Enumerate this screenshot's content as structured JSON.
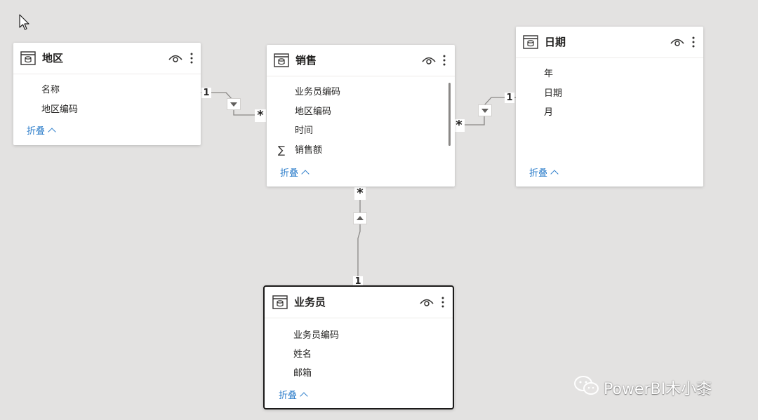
{
  "tables": {
    "region": {
      "title": "地区",
      "fields": [
        "名称",
        "地区编码"
      ],
      "collapse_label": "折叠"
    },
    "sales": {
      "title": "销售",
      "fields": [
        "业务员编码",
        "地区编码",
        "时间",
        "销售额"
      ],
      "collapse_label": "折叠"
    },
    "date": {
      "title": "日期",
      "fields": [
        "年",
        "日期",
        "月"
      ],
      "collapse_label": "折叠"
    },
    "salesperson": {
      "title": "业务员",
      "fields": [
        "业务员编码",
        "姓名",
        "邮箱"
      ],
      "collapse_label": "折叠"
    }
  },
  "relationships": {
    "region_sales": {
      "from_cardinality": "1",
      "to_cardinality": "*"
    },
    "date_sales": {
      "from_cardinality": "1",
      "to_cardinality": "*"
    },
    "salesperson_sales": {
      "from_cardinality": "1",
      "to_cardinality": "*"
    }
  },
  "watermark": {
    "text": "PowerBI木小桼"
  },
  "icons": {
    "table": "table-icon",
    "visibility": "eye-icon",
    "more": "more-options-icon",
    "measure": "sigma-icon",
    "cursor": "mouse-pointer-icon"
  },
  "colors": {
    "canvas": "#e3e2e1",
    "link": "#2f7fcb",
    "selected_border": "#1b1a19"
  }
}
